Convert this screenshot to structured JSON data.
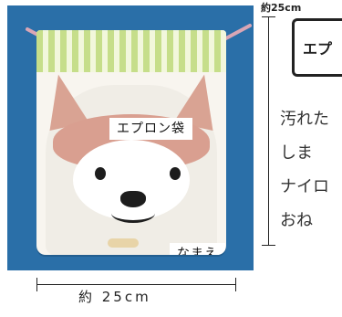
{
  "product": {
    "bag_label": "エプロン袋",
    "name_label": "なまえ"
  },
  "dimensions": {
    "width_label": "約 25cm",
    "height_label": "約25cm"
  },
  "side_panel": {
    "title_text": "エプ",
    "description_lines": [
      "汚れた",
      "しま",
      "ナイロ",
      "おね"
    ]
  }
}
